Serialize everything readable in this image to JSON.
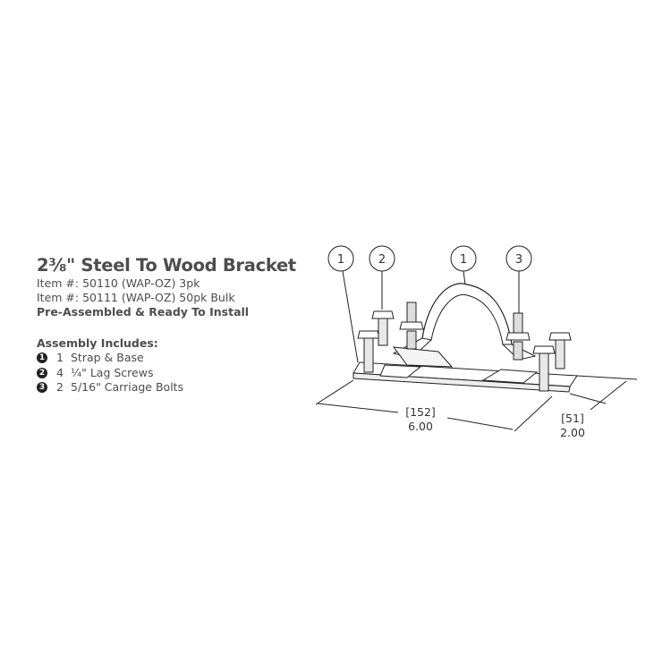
{
  "product": {
    "title": "2⅜\" Steel To Wood Bracket",
    "item_lines": [
      "Item #: 50110 (WAP-OZ) 3pk",
      "Item #: 50111 (WAP-OZ) 50pk Bulk"
    ],
    "tagline": "Pre-Assembled & Ready To Install"
  },
  "assembly": {
    "heading": "Assembly Includes:",
    "items": [
      {
        "num": "1",
        "qty": "1",
        "label": "Strap & Base"
      },
      {
        "num": "2",
        "qty": "4",
        "label": "¼\" Lag Screws"
      },
      {
        "num": "3",
        "qty": "2",
        "label": "5/16\" Carriage Bolts"
      }
    ]
  },
  "diagram": {
    "callouts": [
      "1",
      "2",
      "1",
      "3"
    ],
    "length": {
      "mm": "[152]",
      "in": "6.00"
    },
    "width": {
      "mm": "[51]",
      "in": "2.00"
    }
  }
}
